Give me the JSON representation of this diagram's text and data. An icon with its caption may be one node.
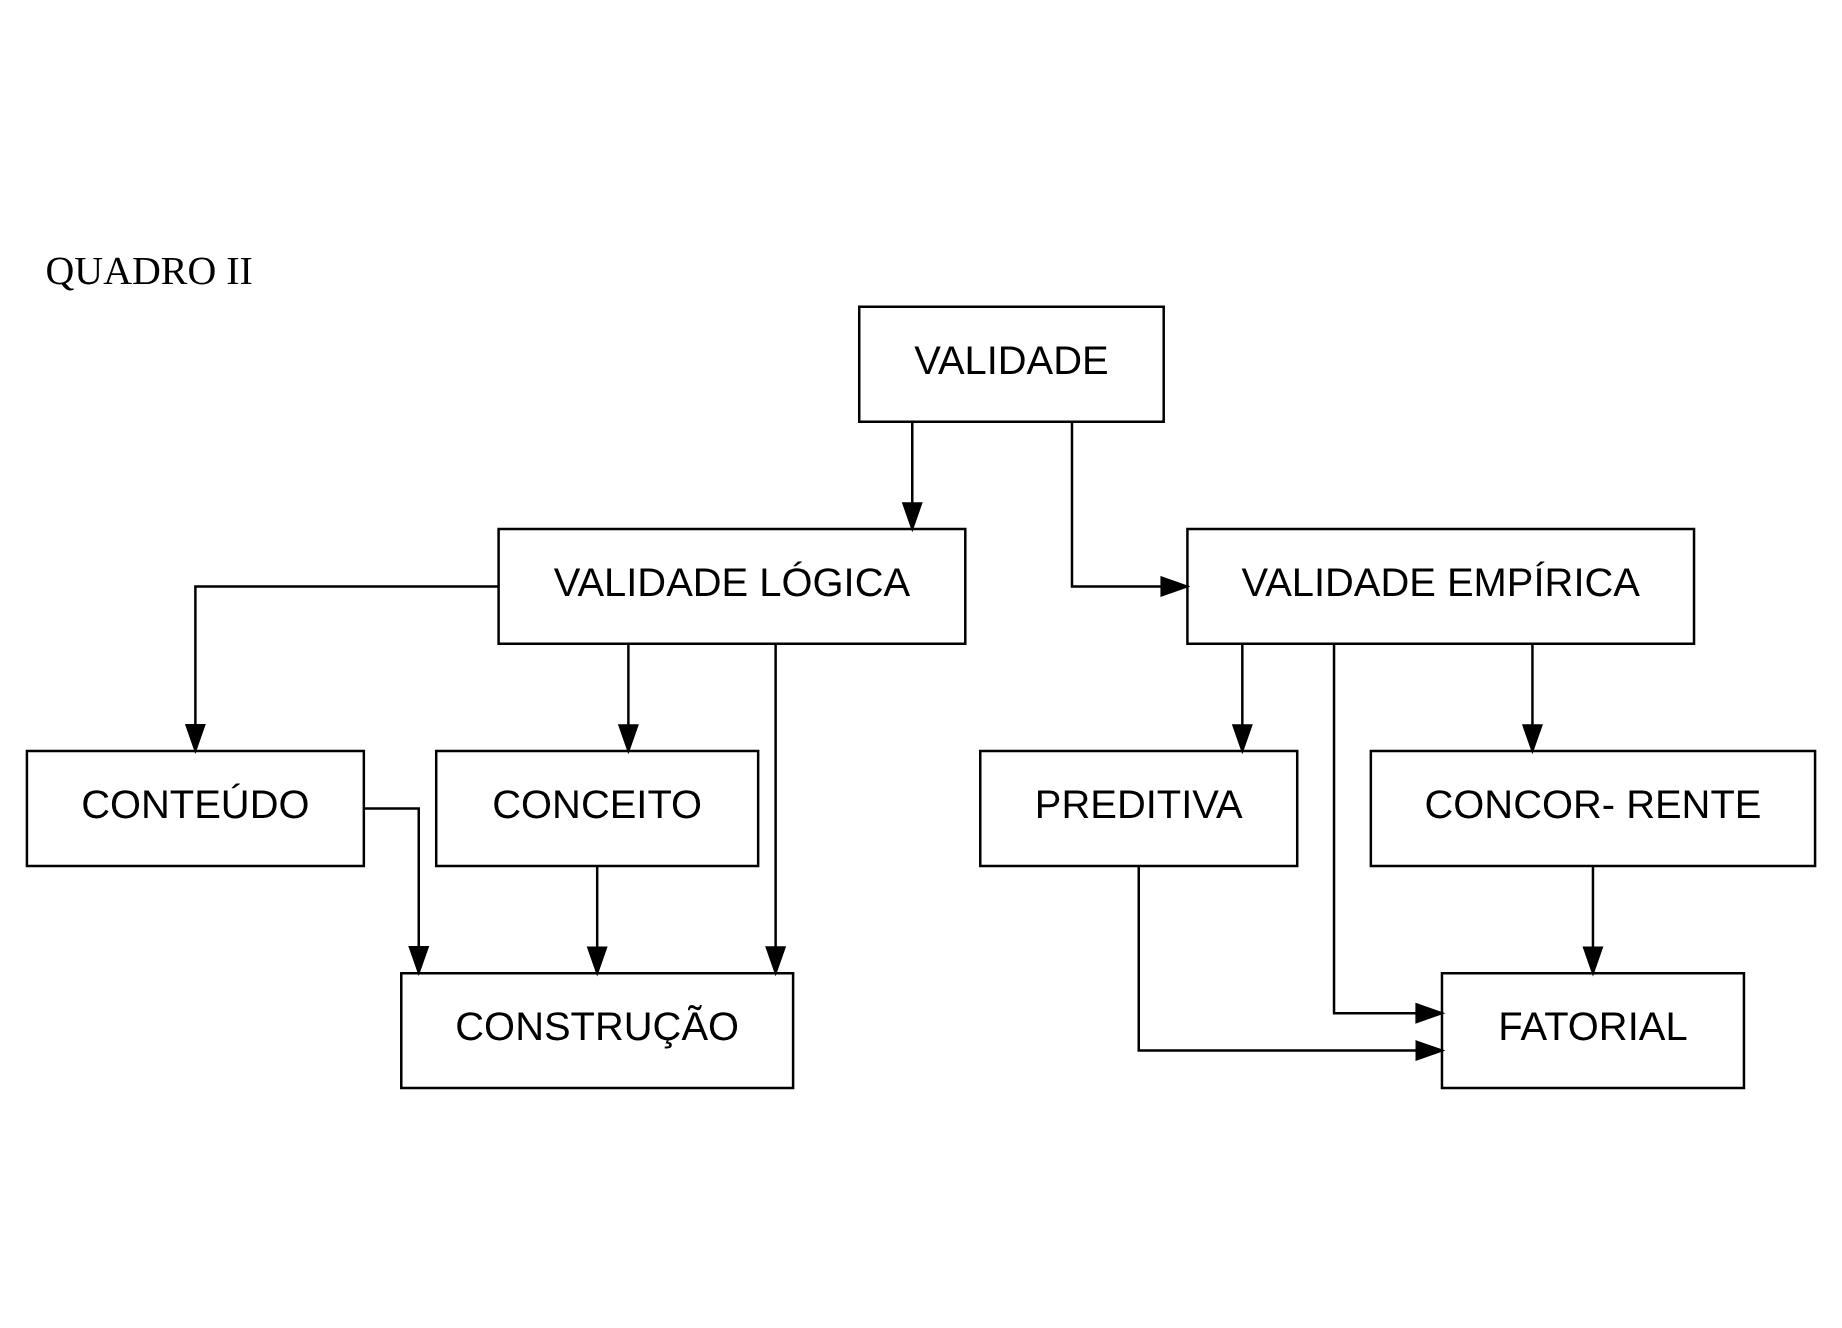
{
  "diagram": {
    "title": "QUADRO II",
    "nodes": [
      {
        "text": [
          "VALIDADE"
        ]
      },
      {
        "text": [
          "VALIDADE LÓGICA"
        ]
      },
      {
        "text": [
          "VALIDADE EMPÍRICA"
        ]
      },
      {
        "text": [
          "CONTEÚDO"
        ]
      },
      {
        "text": [
          "CONCEITO"
        ]
      },
      {
        "text": [
          "CONSTRUÇÃO"
        ]
      },
      {
        "text": [
          "PREDITIVA"
        ]
      },
      {
        "text": [
          "CONCOR- RENTE"
        ]
      },
      {
        "text": [
          "FATORIAL"
        ]
      }
    ],
    "edges": [
      {
        "from": 0,
        "to": 1,
        "arrow": "to"
      },
      {
        "from": 0,
        "to": 2,
        "arrow": "to"
      },
      {
        "from": 1,
        "to": 3,
        "arrow": "to"
      },
      {
        "from": 1,
        "to": 4,
        "arrow": "to"
      },
      {
        "from": 1,
        "to": 5,
        "arrow": "to"
      },
      {
        "from": 3,
        "to": 5,
        "arrow": "to"
      },
      {
        "from": 4,
        "to": 5,
        "arrow": "to"
      },
      {
        "from": 2,
        "to": 6,
        "arrow": "to"
      },
      {
        "from": 2,
        "to": 7,
        "arrow": "to"
      },
      {
        "from": 2,
        "to": 8,
        "arrow": "to"
      },
      {
        "from": 6,
        "to": 8,
        "arrow": "to"
      },
      {
        "from": 7,
        "to": 8,
        "arrow": "to"
      }
    ]
  }
}
